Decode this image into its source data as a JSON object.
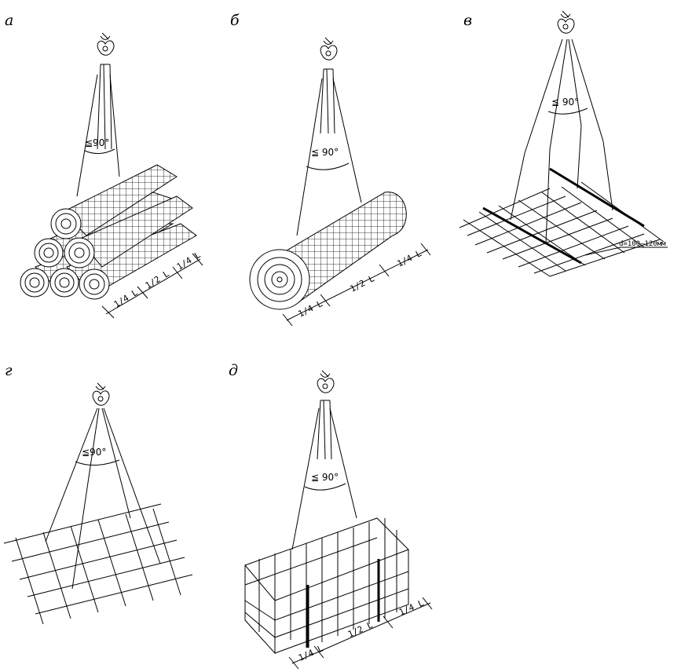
{
  "panels": {
    "a": {
      "letter": "а",
      "angle": "≦90°",
      "dims": [
        "1/4 L",
        "1/2 L",
        "1/4 L"
      ]
    },
    "b": {
      "letter": "б",
      "angle": "≦ 90°",
      "dims": [
        "1/4 L",
        "1/2 L",
        "1/4 L"
      ]
    },
    "v": {
      "letter": "в",
      "angle": "≦ 90°",
      "pipe_note": "d=100–120мм"
    },
    "g": {
      "letter": "г",
      "angle": "≦90°"
    },
    "d": {
      "letter": "д",
      "angle": "≦ 90°",
      "dims": [
        "1/4 L",
        "1/2 L",
        "1/4 L"
      ]
    }
  }
}
